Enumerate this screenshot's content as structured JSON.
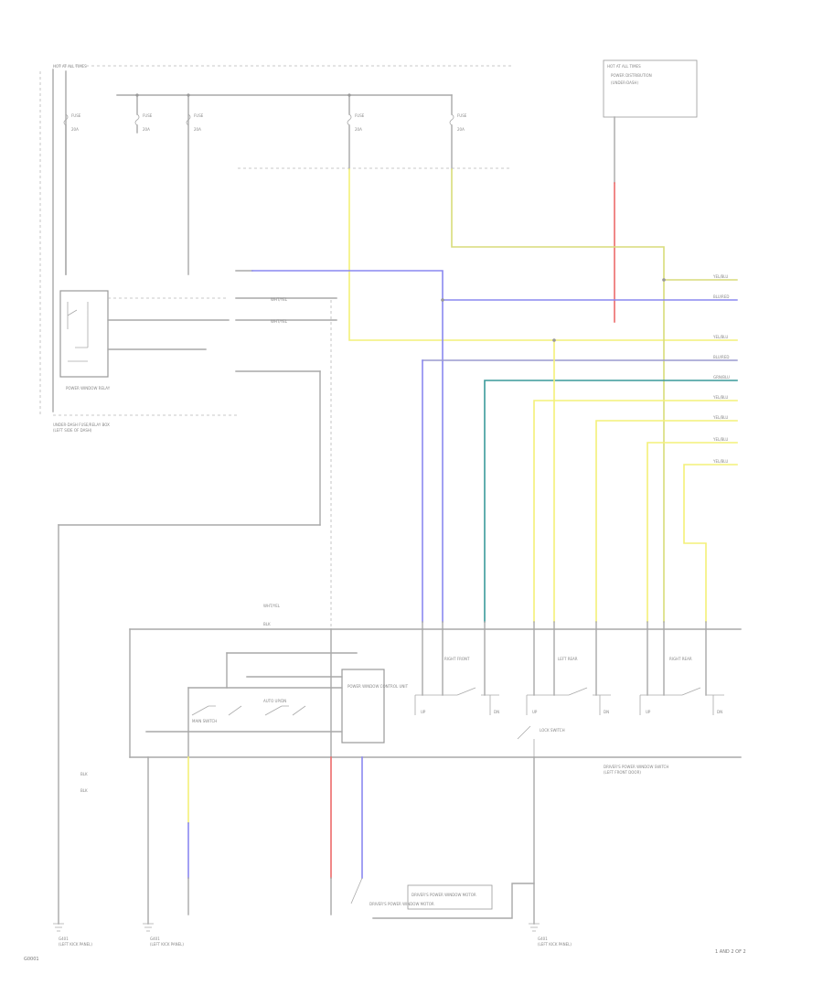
{
  "colors": {
    "background": "#ffffff",
    "wire_gray": "#a8a8a8",
    "wire_yellow": "#f4f078",
    "wire_blue": "#8a88f0",
    "wire_red": "#ec6a6a",
    "wire_teal": "#3a9a9a",
    "wire_olive": "#d8dc7a"
  },
  "labels": {
    "top_bus": "HOT AT ALL TIMES",
    "top_right_box_title": "HOT AT ALL TIMES",
    "top_right_box_note1": "POWER DISTRIBUTION",
    "top_right_box_note2": "(UNDER-DASH)",
    "fuse1": "FUSE",
    "fuse1_amp": "20A",
    "fuse2": "FUSE",
    "fuse2_amp": "20A",
    "fuse3": "FUSE",
    "fuse3_amp": "20A",
    "fuse4": "FUSE",
    "fuse4_amp": "20A",
    "fuse5": "FUSE",
    "fuse5_amp": "20A",
    "relay_label": "POWER WINDOW RELAY",
    "fuse_box_label": "UNDER-DASH FUSE/RELAY BOX",
    "fuse_box_sub": "(LEFT SIDE OF DASH)",
    "driver_module_label": "DRIVER'S POWER WINDOW SWITCH",
    "driver_module_sub": "(LEFT FRONT DOOR)",
    "ground1": "G401",
    "ground1_sub": "(LEFT KICK PANEL)",
    "ground2": "G401",
    "ground2_sub": "(LEFT KICK PANEL)",
    "ground3": "G401",
    "ground3_sub": "(LEFT KICK PANEL)",
    "motor_label": "DRIVER'S POWER WINDOW MOTOR",
    "main_sw": "MAIN SWITCH",
    "auto_sw": "AUTO UP/DN",
    "control_unit": "POWER WINDOW CONTROL UNIT",
    "front_right": "RIGHT FRONT",
    "left_rear": "LEFT REAR",
    "right_rear": "RIGHT REAR",
    "lock_sw": "LOCK SWITCH",
    "up": "UP",
    "dn": "DN",
    "wire_blu": "BLU/RED",
    "wire_yel": "YEL/BLU",
    "wire_grn": "GRN/BLU",
    "wire_wht": "WHT/YEL",
    "wire_blk": "BLK",
    "footer_left": "G0001",
    "footer_right": "1 AND 2 OF 2"
  }
}
